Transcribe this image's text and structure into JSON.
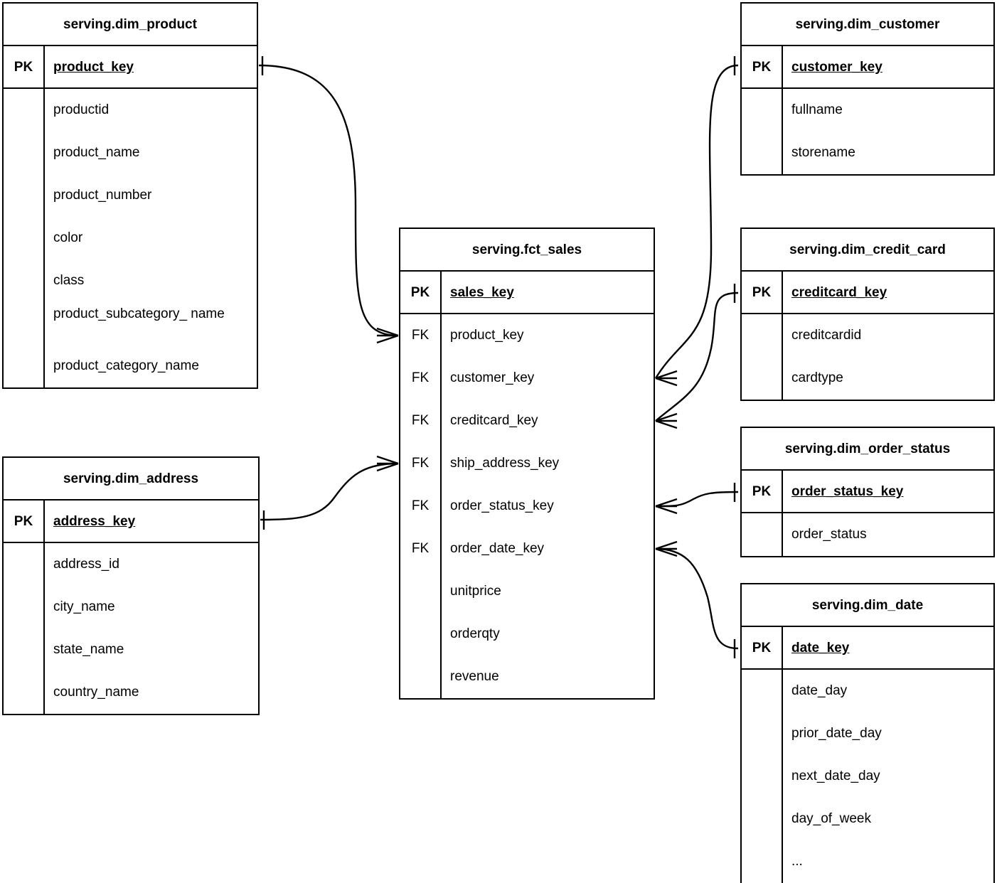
{
  "diagram": {
    "type": "entity-relationship-diagram",
    "notation": "crows-foot",
    "background_color": "#ffffff",
    "line_color": "#000000",
    "text_color": "#000000"
  },
  "entities": [
    {
      "id": "dim_product",
      "title": "serving.dim_product",
      "pk_label": "PK",
      "pk_field": "product_key",
      "fields": [
        "productid",
        "product_name",
        "product_number",
        "color",
        "class",
        "product_subcategory_\nname",
        "product_category_name"
      ]
    },
    {
      "id": "dim_address",
      "title": "serving.dim_address",
      "pk_label": "PK",
      "pk_field": "address_key",
      "fields": [
        "address_id",
        "city_name",
        "state_name",
        "country_name"
      ]
    },
    {
      "id": "fct_sales",
      "title": "serving.fct_sales",
      "pk_label": "PK",
      "pk_field": "sales_key",
      "fk_label": "FK",
      "fk_fields": [
        "product_key",
        "customer_key",
        "creditcard_key",
        "ship_address_key",
        "order_status_key",
        "order_date_key"
      ],
      "measure_fields": [
        "unitprice",
        "orderqty",
        "revenue"
      ]
    },
    {
      "id": "dim_customer",
      "title": "serving.dim_customer",
      "pk_label": "PK",
      "pk_field": "customer_key",
      "fields": [
        "fullname",
        "storename"
      ]
    },
    {
      "id": "dim_credit_card",
      "title": "serving.dim_credit_card",
      "pk_label": "PK",
      "pk_field": "creditcard_key",
      "fields": [
        "creditcardid",
        "cardtype"
      ]
    },
    {
      "id": "dim_order_status",
      "title": "serving.dim_order_status",
      "pk_label": "PK",
      "pk_field": "order_status_key",
      "fields": [
        "order_status"
      ]
    },
    {
      "id": "dim_date",
      "title": "serving.dim_date",
      "pk_label": "PK",
      "pk_field": "date_key",
      "fields": [
        "date_day",
        "prior_date_day",
        "next_date_day",
        "day_of_week",
        "..."
      ]
    }
  ],
  "relationships": [
    {
      "id": "rel-product-sales",
      "from_entity": "dim_product",
      "from_field": "product_key",
      "from_cardinality": "one",
      "to_entity": "fct_sales",
      "to_field": "product_key",
      "to_cardinality": "many"
    },
    {
      "id": "rel-address-sales",
      "from_entity": "dim_address",
      "from_field": "address_key",
      "from_cardinality": "one",
      "to_entity": "fct_sales",
      "to_field": "ship_address_key",
      "to_cardinality": "many"
    },
    {
      "id": "rel-customer-sales",
      "from_entity": "dim_customer",
      "from_field": "customer_key",
      "from_cardinality": "one",
      "to_entity": "fct_sales",
      "to_field": "customer_key",
      "to_cardinality": "many"
    },
    {
      "id": "rel-creditcard-sales",
      "from_entity": "dim_credit_card",
      "from_field": "creditcard_key",
      "from_cardinality": "one",
      "to_entity": "fct_sales",
      "to_field": "creditcard_key",
      "to_cardinality": "many"
    },
    {
      "id": "rel-orderstatus-sales",
      "from_entity": "dim_order_status",
      "from_field": "order_status_key",
      "from_cardinality": "one",
      "to_entity": "fct_sales",
      "to_field": "order_status_key",
      "to_cardinality": "many"
    },
    {
      "id": "rel-date-sales",
      "from_entity": "dim_date",
      "from_field": "date_key",
      "from_cardinality": "one",
      "to_entity": "fct_sales",
      "to_field": "order_date_key",
      "to_cardinality": "many"
    }
  ]
}
